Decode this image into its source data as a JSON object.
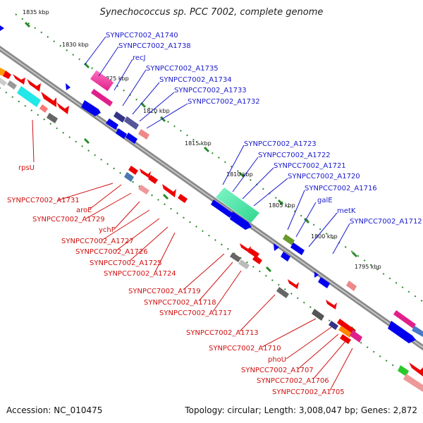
{
  "title": "Synechococcus sp. PCC 7002, complete genome",
  "footer": {
    "accession": "Accession: NC_010475",
    "summary": "Topology: circular; Length: 3,008,047 bp; Genes: 2,872"
  },
  "colors": {
    "backbone": "#8a8a8a",
    "tick_green": "#2a8a2a",
    "forward_gene": "#0000ee",
    "reverse_gene": "#ee0000",
    "label_blue": "#1a1acc",
    "label_red": "#d01010"
  },
  "scale_labels": [
    "1835 kbp",
    "1830 kbp",
    "1825 kbp",
    "1820 kbp",
    "1815 kbp",
    "1810 kbp",
    "1805 kbp",
    "1800 kbp",
    "1795 kbp"
  ],
  "forward_labels": [
    "SYNPCC7002_A1740",
    "SYNPCC7002_A1738",
    "recJ",
    "SYNPCC7002_A1735",
    "SYNPCC7002_A1734",
    "SYNPCC7002_A1733",
    "SYNPCC7002_A1732",
    "SYNPCC7002_A1723",
    "SYNPCC7002_A1722",
    "SYNPCC7002_A1721",
    "SYNPCC7002_A1720",
    "SYNPCC7002_A1716",
    "galE",
    "metK",
    "SYNPCC7002_A1712"
  ],
  "reverse_labels": [
    "rpsU",
    "SYNPCC7002_A1731",
    "aroE",
    "SYNPCC7002_A1729",
    "ychF",
    "SYNPCC7002_A1727",
    "SYNPCC7002_A1726",
    "SYNPCC7002_A1725",
    "SYNPCC7002_A1724",
    "SYNPCC7002_A1719",
    "SYNPCC7002_A1718",
    "SYNPCC7002_A1717",
    "SYNPCC7002_A1713",
    "SYNPCC7002_A1710",
    "phoU",
    "SYNPCC7002_A1707",
    "SYNPCC7002_A1706",
    "SYNPCC7002_A1705"
  ]
}
